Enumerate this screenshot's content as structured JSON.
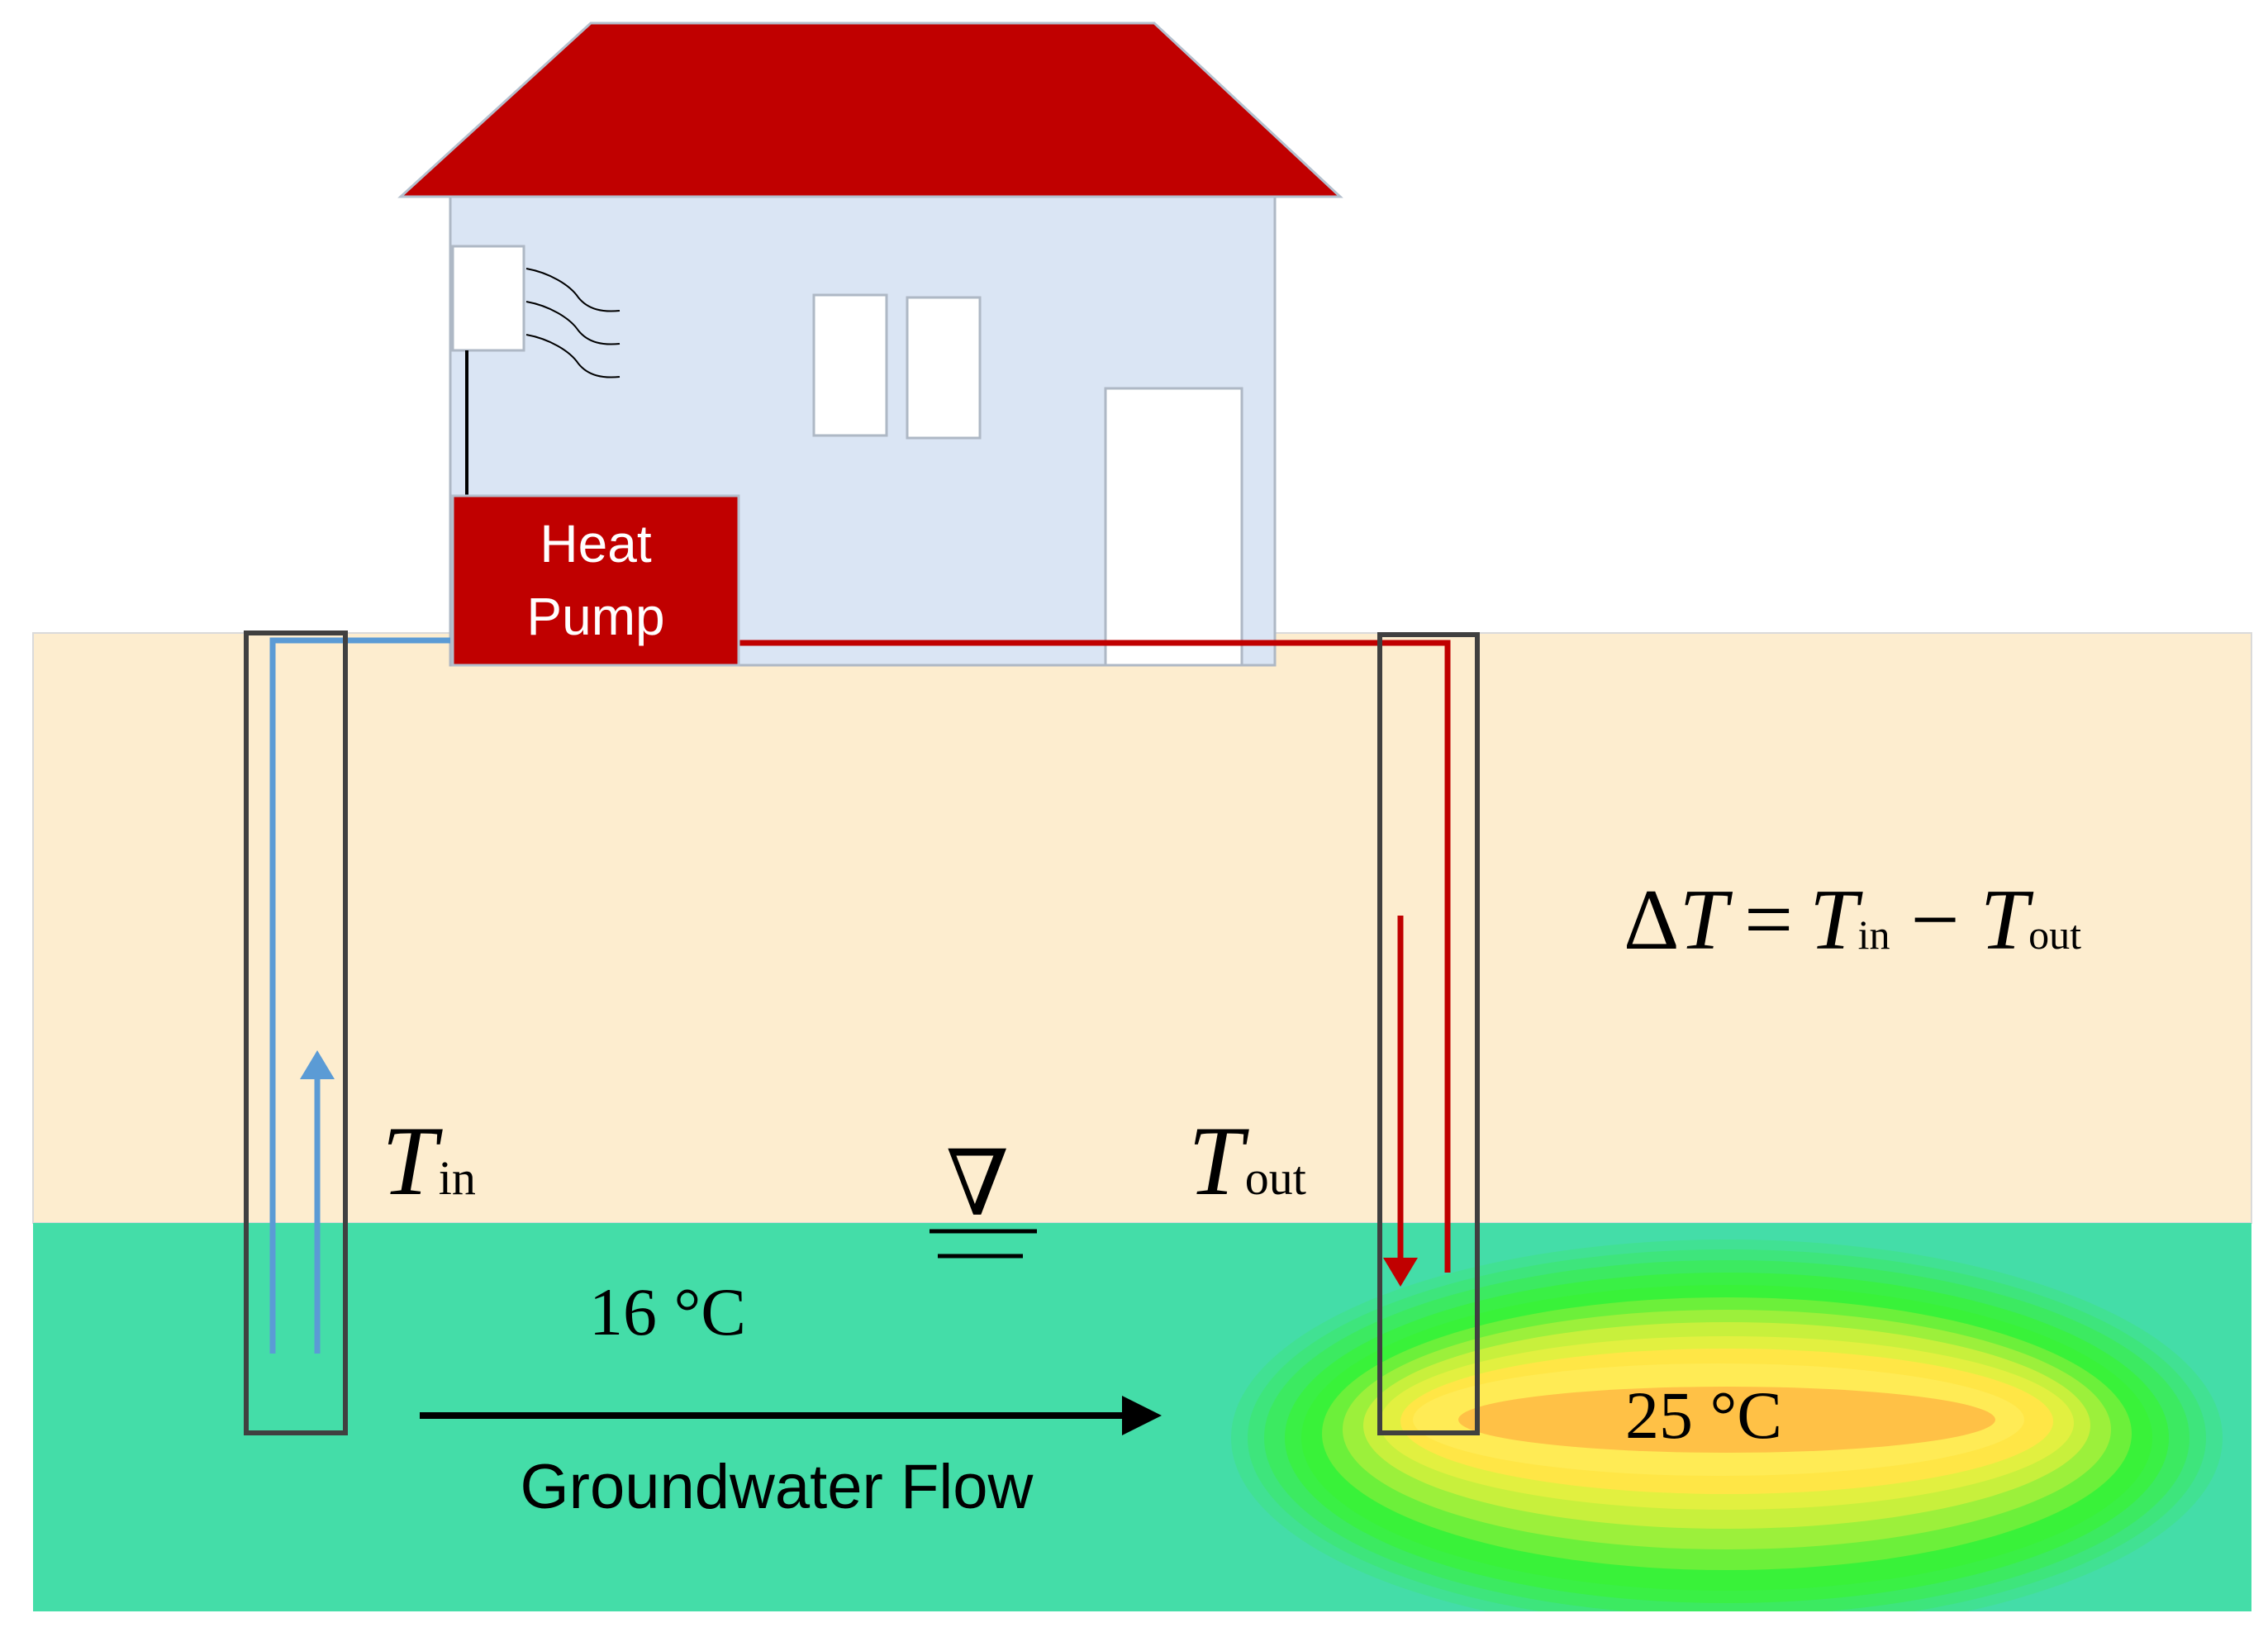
{
  "labels": {
    "heat_pump_line1": "Heat",
    "heat_pump_line2": "Pump",
    "t_in_symbol": "T",
    "t_in_sub": "in",
    "t_out_symbol": "T",
    "t_out_sub": "out",
    "temp_ambient": "16 °C",
    "temp_plume": "25 °C",
    "flow_label": "Groundwater Flow",
    "water_table_symbol": "∇"
  },
  "equation": {
    "delta": "Δ",
    "lhs_symbol": "T",
    "equals": "=",
    "t_in_symbol": "T",
    "t_in_sub": "in",
    "minus": "−",
    "t_out_symbol": "T",
    "t_out_sub": "out"
  },
  "icons": [
    "house",
    "heat-pump-unit",
    "indoor-heat-emitter",
    "water-table-marker",
    "flow-arrow",
    "thermal-plume"
  ],
  "colors": {
    "roof": "#C00000",
    "heat_pump": "#C00000",
    "house_wall": "#DAE5F4",
    "unsaturated_zone": "#FDEDCF",
    "aquifer": "#44DDA8",
    "cold_pipe": "#5B9BD5",
    "hot_pipe": "#C00000",
    "plume_outer": "#39F239",
    "plume_mid": "#C8F03C",
    "plume_inner": "#FFE646",
    "plume_core": "#FFC146",
    "well_outline": "#404040"
  }
}
